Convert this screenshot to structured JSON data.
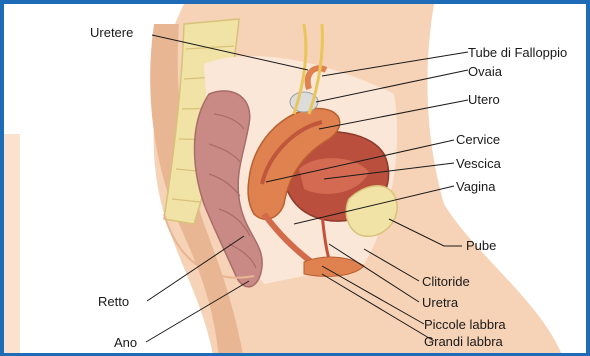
{
  "labels": {
    "uretere": "Uretere",
    "tube": "Tube di Falloppio",
    "ovaia": "Ovaia",
    "utero": "Utero",
    "cervice": "Cervice",
    "vescica": "Vescica",
    "vagina": "Vagina",
    "pube": "Pube",
    "clitoride": "Clitoride",
    "uretra": "Uretra",
    "piccole": "Piccole labbra",
    "grandi": "Grandi labbra",
    "retto": "Retto",
    "ano": "Ano"
  },
  "colors": {
    "frame": "#1e6bb8",
    "skin": "#f3c9a8",
    "bone": "#f1e3a6",
    "intestine": "#c98a86",
    "uterus": "#e0824f",
    "bladder": "#b94f3c"
  }
}
